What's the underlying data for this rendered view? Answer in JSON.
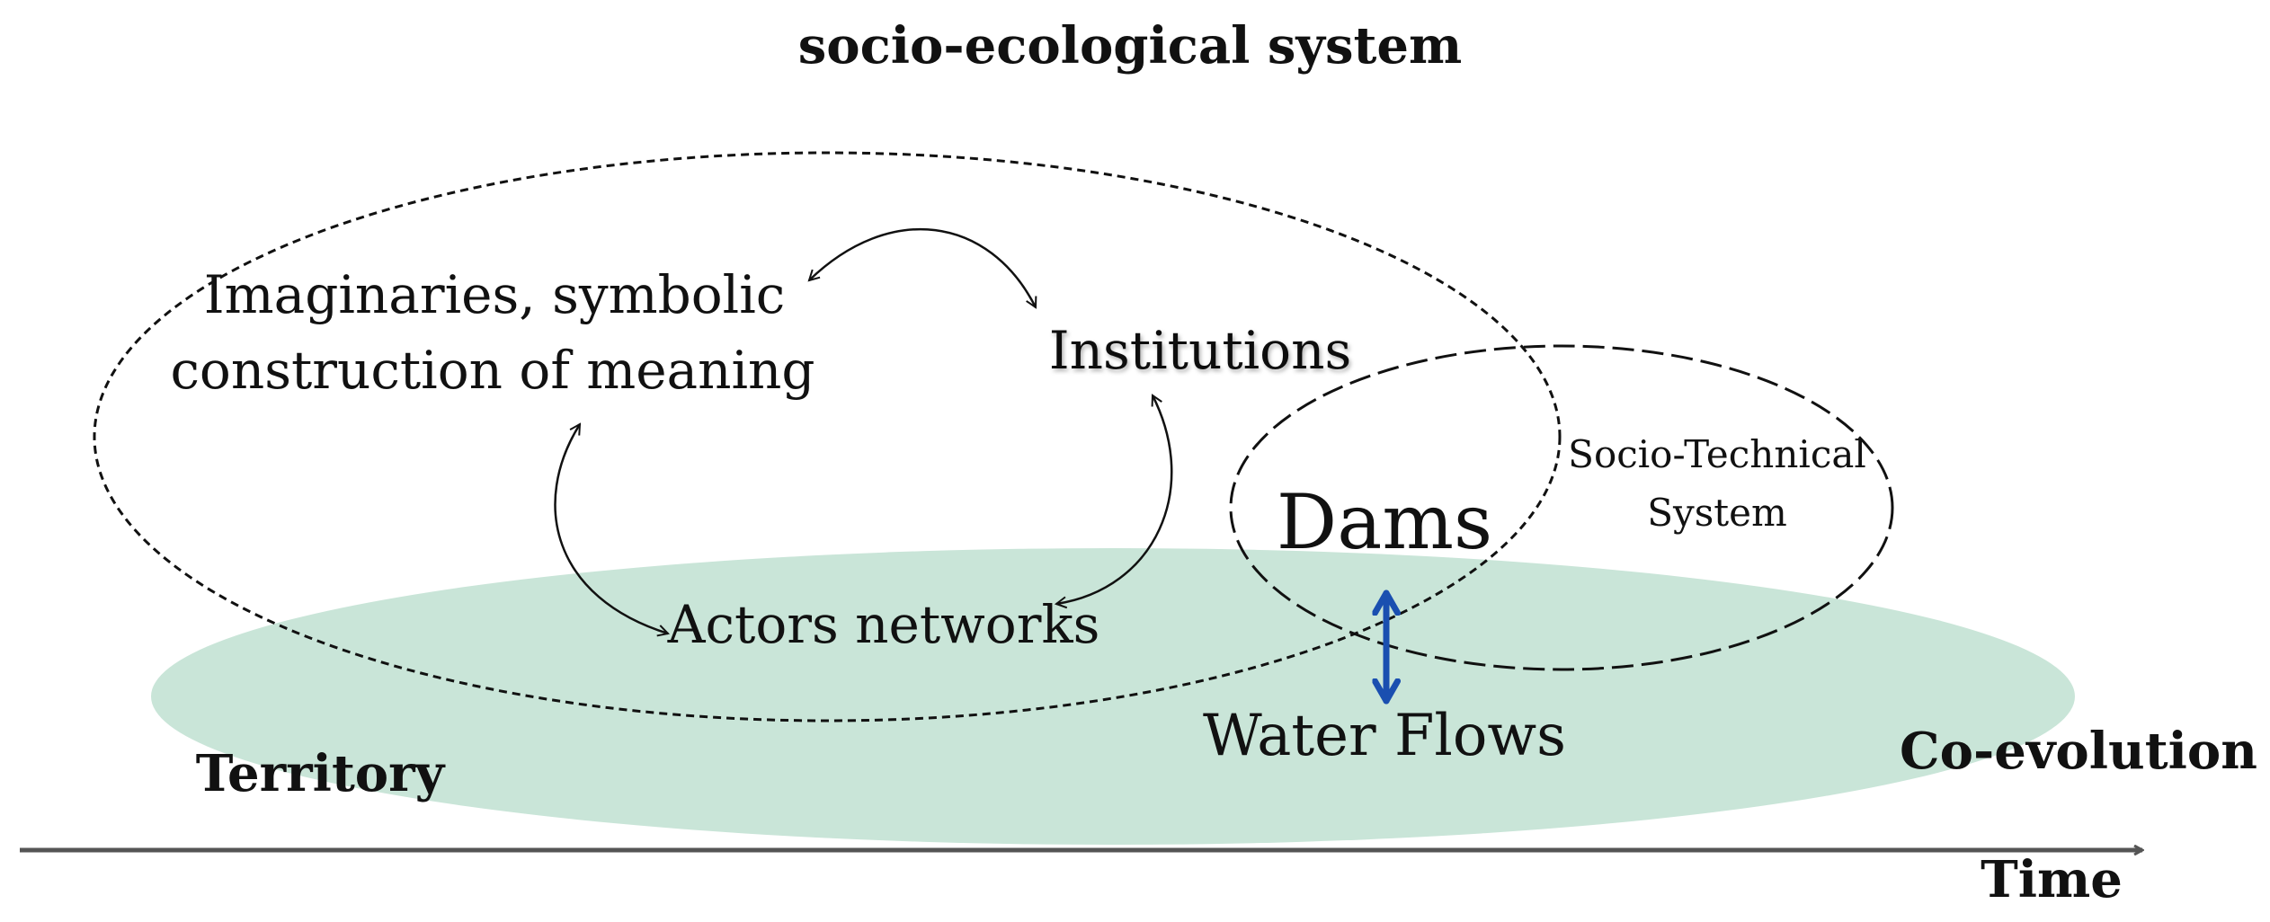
{
  "title": "socio-ecological system",
  "nodes": {
    "imaginaries_line1": "Imaginaries, symbolic",
    "imaginaries_line2": "construction of meaning",
    "institutions": "Institutions",
    "actors": "Actors networks",
    "dams": "Dams",
    "sociotechnical_line1": "Socio-Technical",
    "sociotechnical_line2": "System",
    "water_flows": "Water Flows"
  },
  "labels": {
    "territory": "Territory",
    "coevolution": "Co-evolution",
    "time": "Time"
  },
  "colors": {
    "territory_fill": "#c9e5d8",
    "dams_water_arrow": "#1a4fb0",
    "ink": "#111111",
    "timeline": "#555555"
  }
}
